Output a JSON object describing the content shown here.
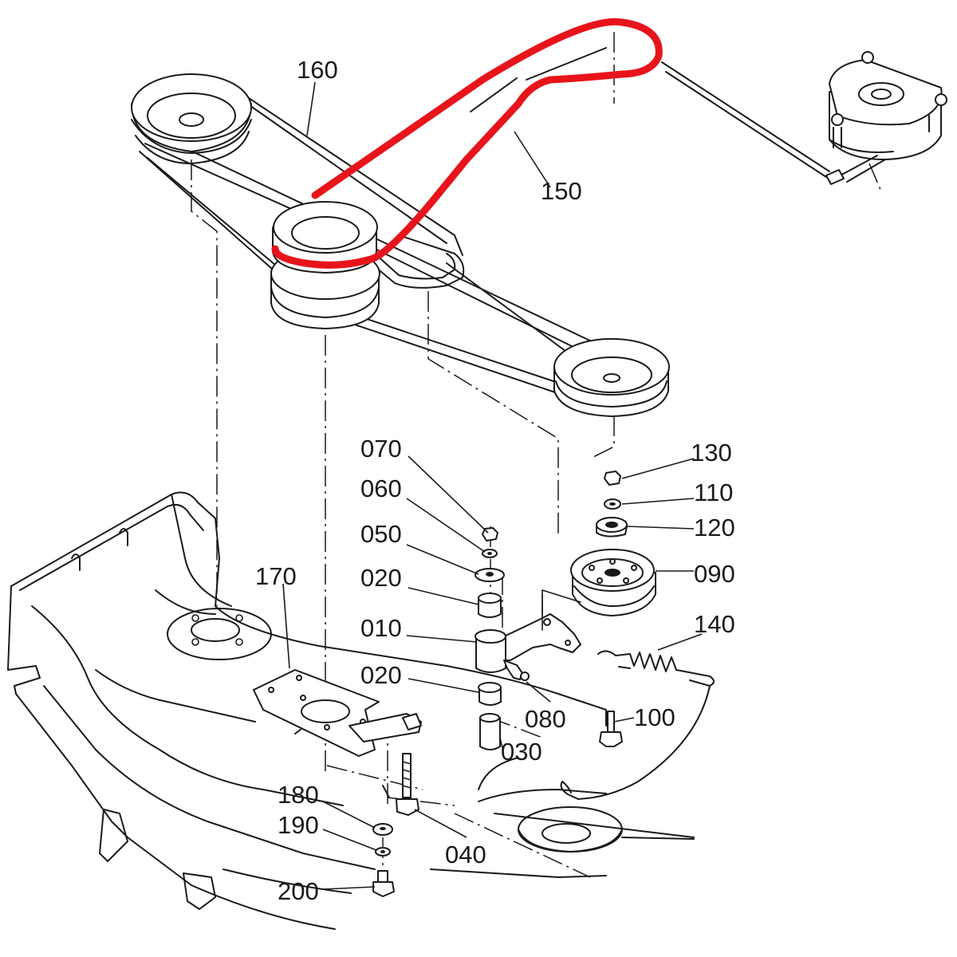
{
  "diagram": {
    "highlight_color": "#e8141b",
    "line_color": "#1a1a1a",
    "labels": {
      "p160": "160",
      "p150": "150",
      "p130": "130",
      "p110": "110",
      "p120": "120",
      "p090": "090",
      "p140": "140",
      "p100": "100",
      "p070": "070",
      "p060": "060",
      "p050": "050",
      "p020a": "020",
      "p010": "010",
      "p020b": "020",
      "p080": "080",
      "p030": "030",
      "p040": "040",
      "p170": "170",
      "p180": "180",
      "p190": "190",
      "p200": "200"
    }
  }
}
